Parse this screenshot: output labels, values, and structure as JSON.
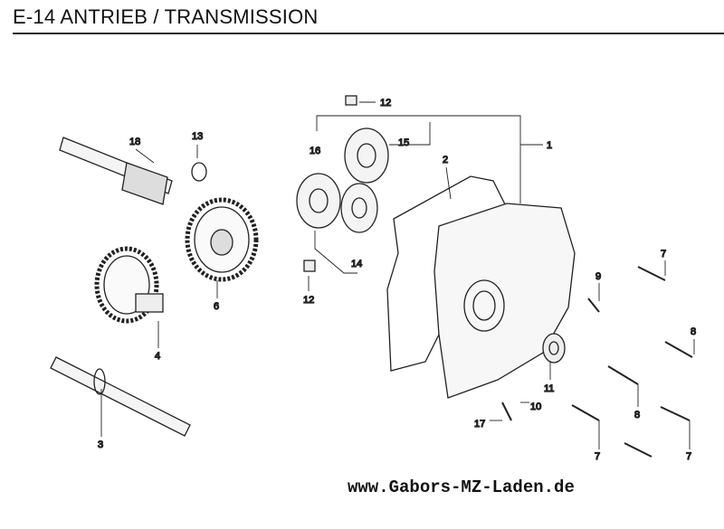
{
  "title": "E-14 ANTRIEB / TRANSMISSION",
  "watermark": "www.Gabors-MZ-Laden.de",
  "callouts": {
    "c18": "18",
    "c13": "13",
    "c6": "6",
    "c4": "4",
    "c3": "3",
    "c12a": "12",
    "c15": "15",
    "c16": "16",
    "c1": "1",
    "c2": "2",
    "c14": "14",
    "c12b": "12",
    "c7a": "7",
    "c9": "9",
    "c8a": "8",
    "c11": "11",
    "c10": "10",
    "c17": "17",
    "c8b": "8",
    "c7b": "7",
    "c7c": "7"
  }
}
